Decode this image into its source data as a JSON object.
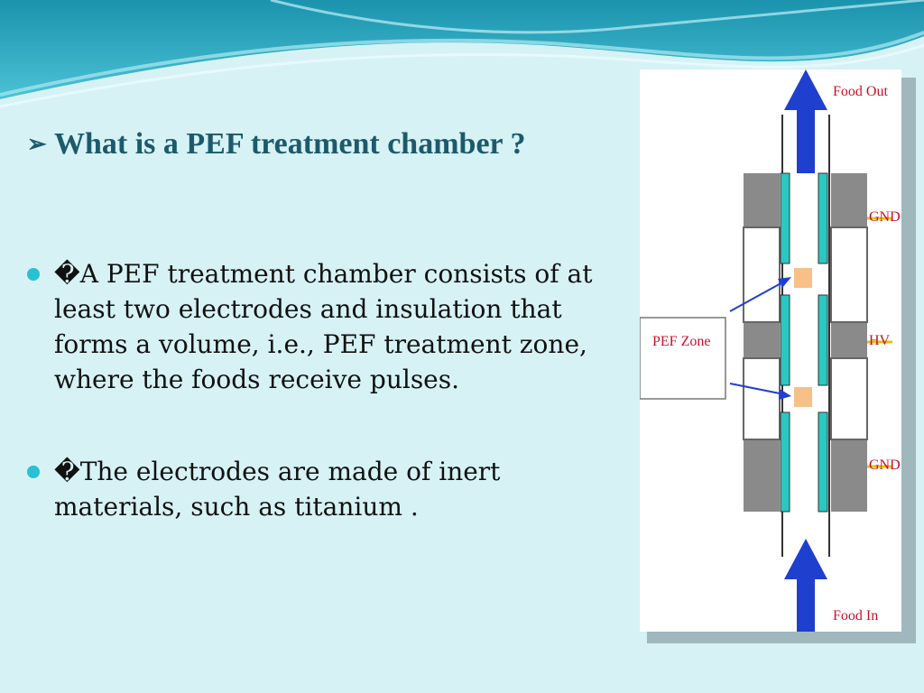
{
  "slide": {
    "heading": "What is a PEF treatment chamber ?",
    "bullets": [
      "�A PEF treatment chamber consists of at least two electrodes and insulation that forms a volume, i.e., PEF treatment zone, where the foods receive pulses.",
      "�The electrodes are made of inert materials, such as titanium ."
    ]
  },
  "figure": {
    "labels": {
      "food_out": "Food Out",
      "gnd_top": "GND",
      "pef_zone": "PEF Zone",
      "hv": "HV",
      "gnd_bottom": "GND",
      "food_in": "Food In"
    },
    "colors": {
      "arrow": "#1f3fcf",
      "electrode": "#2bc7c3",
      "insulator": "#8a8a8a",
      "zone": "#f6c088",
      "wire": "#e6c200",
      "label": "#c8112b"
    }
  },
  "colors": {
    "background": "#d6f2f5",
    "heading": "#1c5a6b",
    "bullet": "#27c1d3"
  }
}
